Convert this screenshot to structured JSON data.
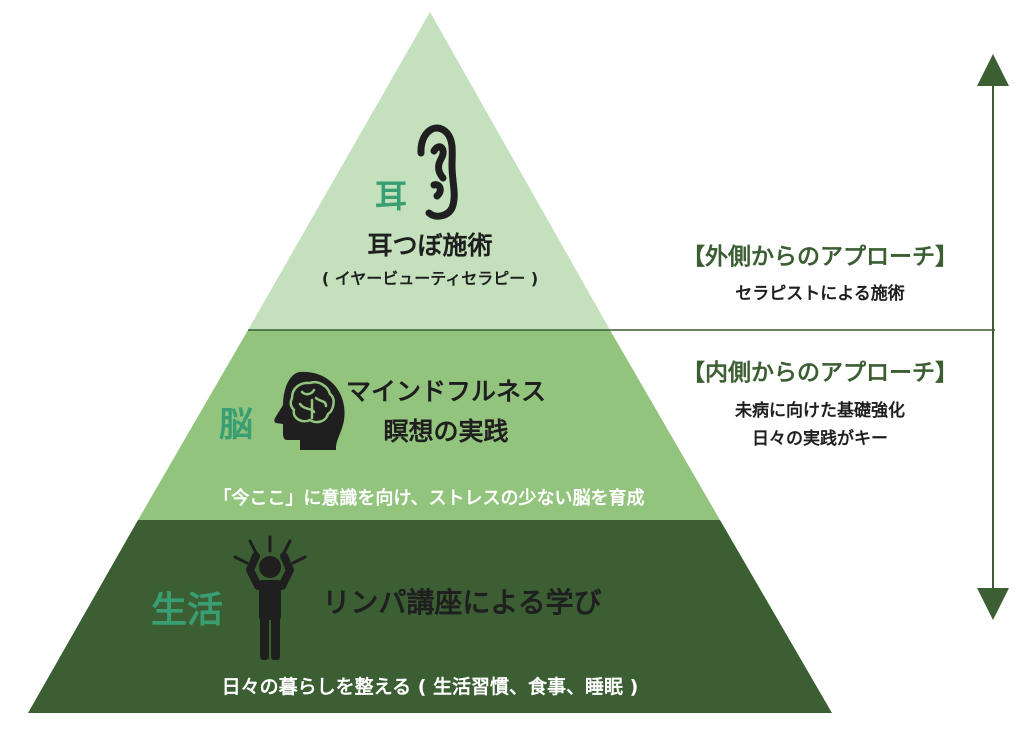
{
  "colors": {
    "tier_top": "#c4e0bd",
    "tier_middle": "#93c47e",
    "tier_bottom": "#3b5e32",
    "accent_text": "#3a9e73",
    "dark_text": "#1f1f1f",
    "light_text": "#ffffff",
    "arrow": "#3b5e32"
  },
  "tiers": {
    "top": {
      "tag": "耳",
      "title": "耳つぼ施術",
      "subtitle": "( イヤービューティセラピー )",
      "icon": "ear-icon"
    },
    "middle": {
      "tag": "脳",
      "title_line1": "マインドフルネス",
      "title_line2": "瞑想の実践",
      "caption": "「今ここ」に意識を向け、ストレスの少ない脳を育成",
      "icon": "brain-head-icon"
    },
    "bottom": {
      "tag": "生活",
      "title": "リンパ講座による学び",
      "caption": "日々の暮らしを整える ( 生活習慣、食事、睡眠 )",
      "icon": "stressed-person-icon"
    }
  },
  "side": {
    "outer": {
      "heading": "【外側からのアプローチ】",
      "description": "セラピストによる施術"
    },
    "inner": {
      "heading": "【内側からのアプローチ】",
      "line1": "未病に向けた基礎強化",
      "line2": "日々の実践がキー"
    },
    "arrow_icon": "double-arrow-icon"
  }
}
